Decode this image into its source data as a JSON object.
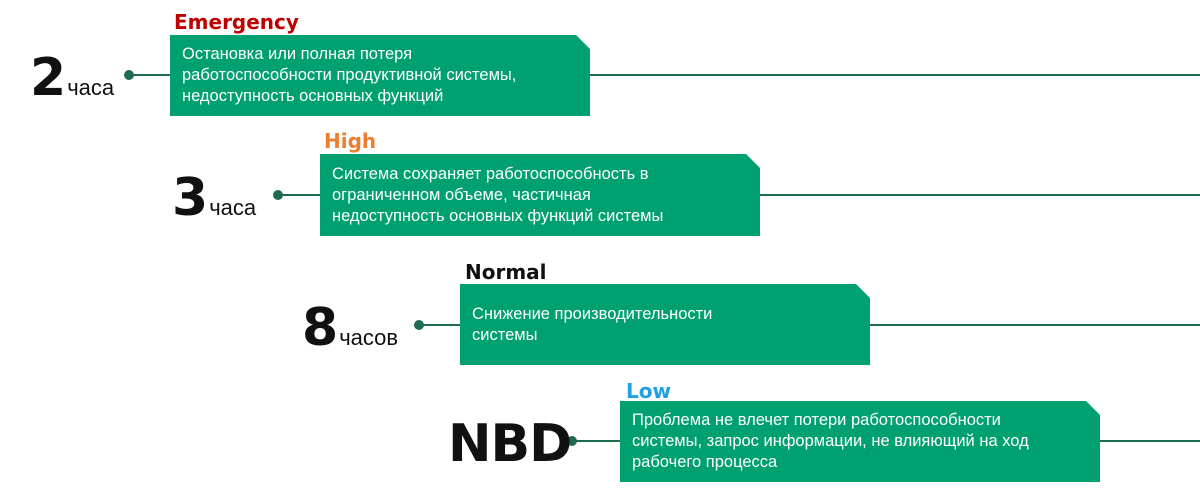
{
  "colors": {
    "line": "#1e6b4f",
    "box": "#00a070",
    "emergency": "#c00000",
    "high": "#ed7d31",
    "normal": "#111111",
    "low": "#1ea1e4"
  },
  "rows": [
    {
      "level": "Emergency",
      "time_number": "2",
      "time_unit": "часа",
      "description_lines": [
        "Остановка или полная потеря",
        "работоспособности продуктивной системы,",
        "недоступность основных функций"
      ]
    },
    {
      "level": "High",
      "time_number": "3",
      "time_unit": "часа",
      "description_lines": [
        "Система сохраняет работоспособность в",
        "ограниченном объеме, частичная",
        "недоступность основных функций системы"
      ]
    },
    {
      "level": "Normal",
      "time_number": "8",
      "time_unit": "часов",
      "description_lines": [
        "Снижение производительности",
        "системы"
      ]
    },
    {
      "level": "Low",
      "time_number": "NBD",
      "time_unit": "",
      "description_lines": [
        "Проблема не влечет потери работоспособности",
        "системы, запрос информации, не влияющий на ход",
        "рабочего процесса"
      ]
    }
  ]
}
